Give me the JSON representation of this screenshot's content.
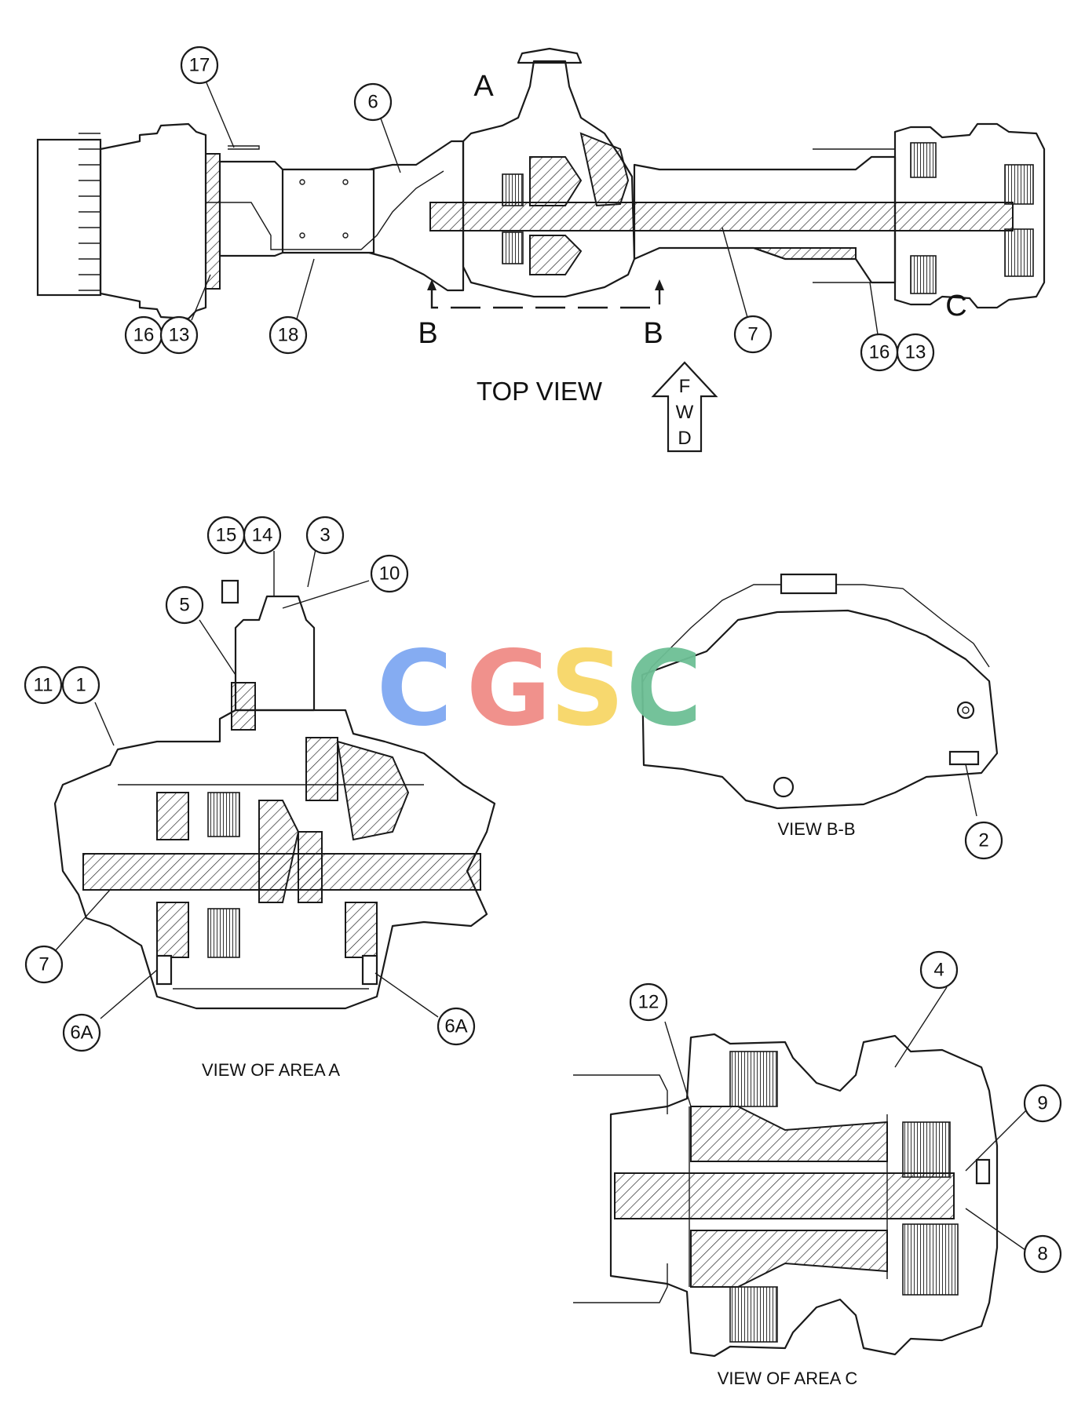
{
  "views": {
    "top": {
      "caption": "TOP VIEW",
      "area_a": "A",
      "area_c": "C",
      "section_left": "B",
      "section_right": "B",
      "fwd": [
        "F",
        "W",
        "D"
      ]
    },
    "area_a": {
      "caption": "VIEW OF AREA A"
    },
    "bb": {
      "caption": "VIEW B-B"
    },
    "area_c": {
      "caption": "VIEW OF AREA C"
    }
  },
  "callouts": {
    "c17": "17",
    "c6": "6",
    "c16a": "16",
    "c13a": "13",
    "c18": "18",
    "c7a": "7",
    "c16b": "16",
    "c13b": "13",
    "c15": "15",
    "c14": "14",
    "c3": "3",
    "c10": "10",
    "c5": "5",
    "c11": "11",
    "c1": "1",
    "c7b": "7",
    "c6Aa": "6A",
    "c6Ab": "6A",
    "c2": "2",
    "c4": "4",
    "c12": "12",
    "c9": "9",
    "c8": "8"
  },
  "watermark": {
    "letters": [
      "C",
      "G",
      "S",
      "C"
    ],
    "colors": [
      "#7fa8f2",
      "#f08c86",
      "#f7d667",
      "#6dbf95"
    ]
  }
}
